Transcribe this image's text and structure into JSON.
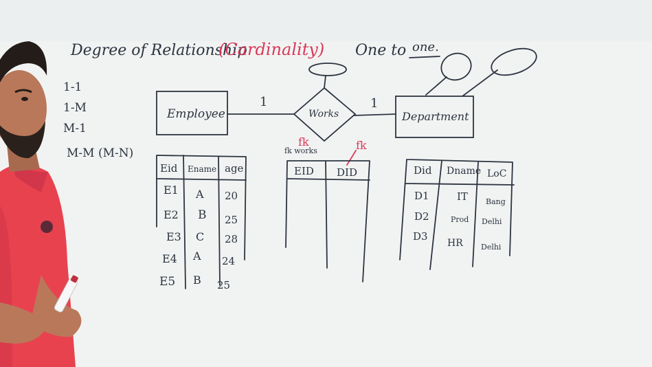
{
  "board": {
    "title": "Degree of Relationship",
    "title_paren": "(Cardinality)",
    "subtitle_prefix": "One to",
    "subtitle_underlined": "one.",
    "types": [
      "1-1",
      "1-M",
      "M-1",
      "M-M (M-N)"
    ]
  },
  "er_diagram": {
    "entity_left": "Employee",
    "relationship": "Works",
    "entity_right": "Department",
    "cardinality_left": "1",
    "cardinality_right": "1"
  },
  "employee_table": {
    "columns": [
      "Eid",
      "Ename",
      "age"
    ],
    "rows": [
      [
        "E1",
        "A",
        "20"
      ],
      [
        "E2",
        "B",
        "25"
      ],
      [
        "E3",
        "C",
        "28"
      ],
      [
        "E4",
        "A",
        "24"
      ],
      [
        "E5",
        "B",
        "25"
      ]
    ]
  },
  "works_table": {
    "fk_label_1": "fk",
    "fk_label_2": "fk",
    "fk_note": "fk works",
    "columns": [
      "EID",
      "DID"
    ]
  },
  "department_table": {
    "columns": [
      "Did",
      "Dname",
      "LoC"
    ],
    "rows": [
      [
        "D1",
        "IT",
        "Bang"
      ],
      [
        "D2",
        "Prod",
        "Delhi"
      ],
      [
        "D3",
        "HR",
        "Delhi"
      ]
    ]
  },
  "colors": {
    "board": "#f1f3f2",
    "marker_black": "#2c3440",
    "marker_red": "#d9385a",
    "shirt": "#e9424f",
    "skin": "#b9785a",
    "hair": "#231c18"
  }
}
